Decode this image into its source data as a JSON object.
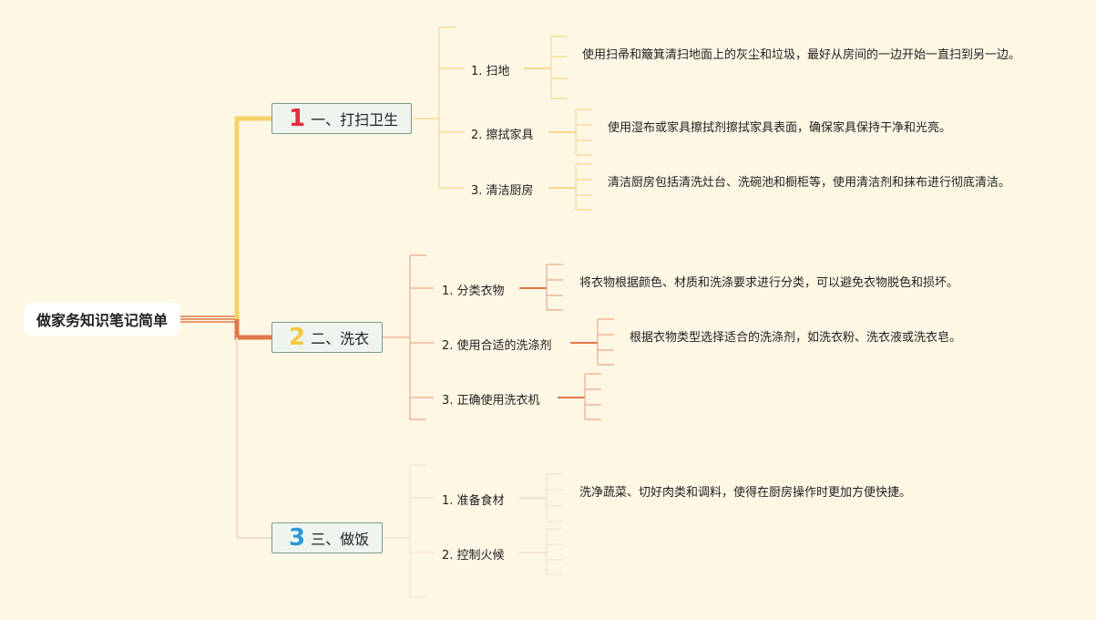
{
  "root": {
    "title": "做家务知识笔记简单"
  },
  "topics": [
    {
      "number": "1",
      "label": "一、打扫卫生",
      "number_color": "#e03040",
      "line_color": "#f5c94f",
      "subs": [
        {
          "label": "1. 扫地",
          "desc": "使用扫帚和簸箕清扫地面上的灰尘和垃圾，最好从房间的一边开始一直扫到另一边。"
        },
        {
          "label": "2. 擦拭家具",
          "desc": "使用湿布或家具擦拭剂擦拭家具表面，确保家具保持干净和光亮。"
        },
        {
          "label": "3. 清洁厨房",
          "desc": "清洁厨房包括清洗灶台、洗碗池和橱柜等，使用清洁剂和抹布进行彻底清洁。"
        }
      ]
    },
    {
      "number": "2",
      "label": "二、洗衣",
      "number_color": "#f5c842",
      "line_color": "#e07848",
      "subs": [
        {
          "label": "1. 分类衣物",
          "desc": "将衣物根据颜色、材质和洗涤要求进行分类，可以避免衣物脱色和损坏。"
        },
        {
          "label": "2. 使用合适的洗涤剂",
          "desc": "根据衣物类型选择适合的洗涤剂，如洗衣粉、洗衣液或洗衣皂。"
        },
        {
          "label": "3. 正确使用洗衣机",
          "desc": ""
        }
      ]
    },
    {
      "number": "3",
      "label": "三、做饭",
      "number_color": "#2a9ad8",
      "line_color": "#f2d8c8",
      "subs": [
        {
          "label": "1. 准备食材",
          "desc": "洗净蔬菜、切好肉类和调料，使得在厨房操作时更加方便快捷。"
        },
        {
          "label": "2. 控制火候",
          "desc": ""
        }
      ]
    }
  ]
}
